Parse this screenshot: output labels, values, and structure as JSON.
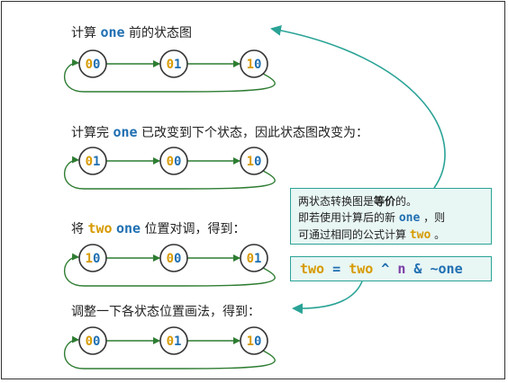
{
  "sections": [
    {
      "title": {
        "pre": "计算 ",
        "code": "one",
        "post": " 前的状态图"
      },
      "states": [
        "00",
        "01",
        "10"
      ]
    },
    {
      "title": {
        "pre": "计算完 ",
        "code": "one",
        "post": " 已改变到下个状态，因此状态图改变为："
      },
      "states": [
        "01",
        "00",
        "10"
      ]
    },
    {
      "title": {
        "pre": "将 ",
        "code": "two",
        "mid": " ",
        "code2": "one",
        "post": " 位置对调，得到："
      },
      "states": [
        "10",
        "00",
        "01"
      ]
    },
    {
      "title": {
        "pre": "调整一下各状态位置画法，得到："
      },
      "states": [
        "00",
        "01",
        "10"
      ]
    }
  ],
  "note": {
    "line1_pre": "两状态转换图是",
    "line1_bold": "等价",
    "line1_post": "的。",
    "line2_pre": "即若使用计算后的新 ",
    "line2_code": "one",
    "line2_post": " ，则",
    "line3_pre": "可通过相同的公式计算 ",
    "line3_code": "two",
    "line3_post": " 。"
  },
  "formula": {
    "lhs": "two",
    "eq": " = ",
    "rhs": "two",
    "op1": " ^ ",
    "n": "n",
    "op2": " & ~",
    "one": "one"
  },
  "colors": {
    "circle_border": "#333333",
    "arrow": "#2e7d32",
    "state_one_bit": "#1f6fb2",
    "state_two_bit": "#d79a00",
    "note_border": "#2aa396",
    "note_fill": "#e8f6f4",
    "big_arrow": "#2aa396"
  }
}
